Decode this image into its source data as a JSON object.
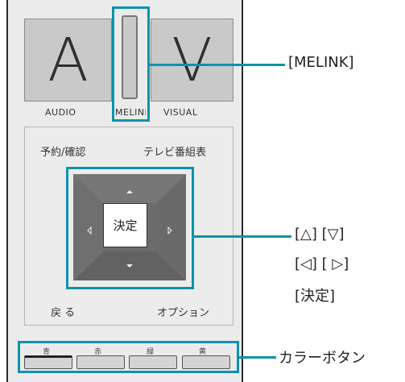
{
  "buttons": {
    "a_letter": "A",
    "v_letter": "V",
    "audio": "AUDIO",
    "melink": "MELINK",
    "visual": "VISUAL",
    "reserve": "予約/確認",
    "program_guide": "テレビ番組表",
    "enter": "決定",
    "back": "戻 る",
    "option": "オプション"
  },
  "color_buttons": [
    "青",
    "赤",
    "緑",
    "黄"
  ],
  "callouts": {
    "melink": "[MELINK]",
    "nav_line1": "[△] [▽]",
    "nav_line2": "[◁] [ ▷]",
    "nav_line3": "[決定]",
    "color": "カラーボタン"
  },
  "colors": {
    "highlight": "#0a93ad",
    "remote_body": "#ebebeb",
    "dpad": "#6b6b6b"
  }
}
